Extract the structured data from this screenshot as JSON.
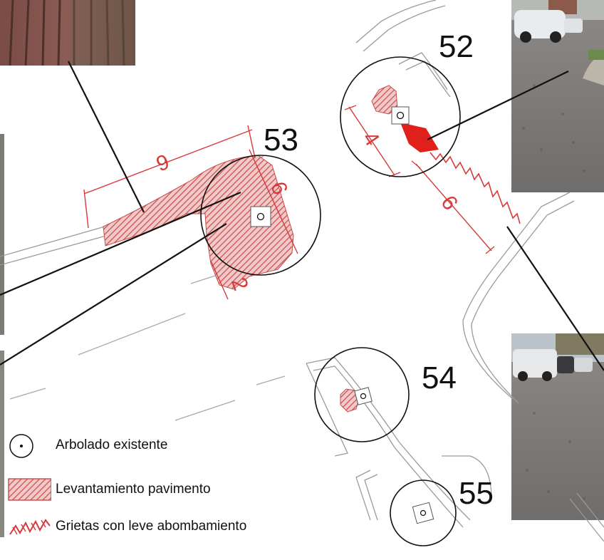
{
  "trees": [
    {
      "id": "52",
      "label": "52"
    },
    {
      "id": "53",
      "label": "53"
    },
    {
      "id": "54",
      "label": "54"
    },
    {
      "id": "55",
      "label": "55"
    }
  ],
  "dimensions": {
    "tree_53_length": "9",
    "tree_53_width": "6",
    "tree_53_offset": "2",
    "tree_52_width": "4",
    "tree_52_crack_length": "6"
  },
  "legend": [
    {
      "symbol": "existing-tree-symbol",
      "label": "Arbolado existente"
    },
    {
      "symbol": "pavement-lift-hatch",
      "label": "Levantamiento pavimento"
    },
    {
      "symbol": "crack-zigzag-symbol",
      "label": "Grietas con leve abombamiento"
    }
  ],
  "colors": {
    "annotation_red": "#d63a3a",
    "fill_red": "#e0211b",
    "hatch_red": "#c94a4a",
    "line_gray": "#9a9a9a",
    "ink": "#111111"
  },
  "photos": [
    {
      "subject": "brick-pavement-photo"
    },
    {
      "subject": "parking-lot-photo-top"
    },
    {
      "subject": "parking-lot-photo-bottom"
    }
  ]
}
